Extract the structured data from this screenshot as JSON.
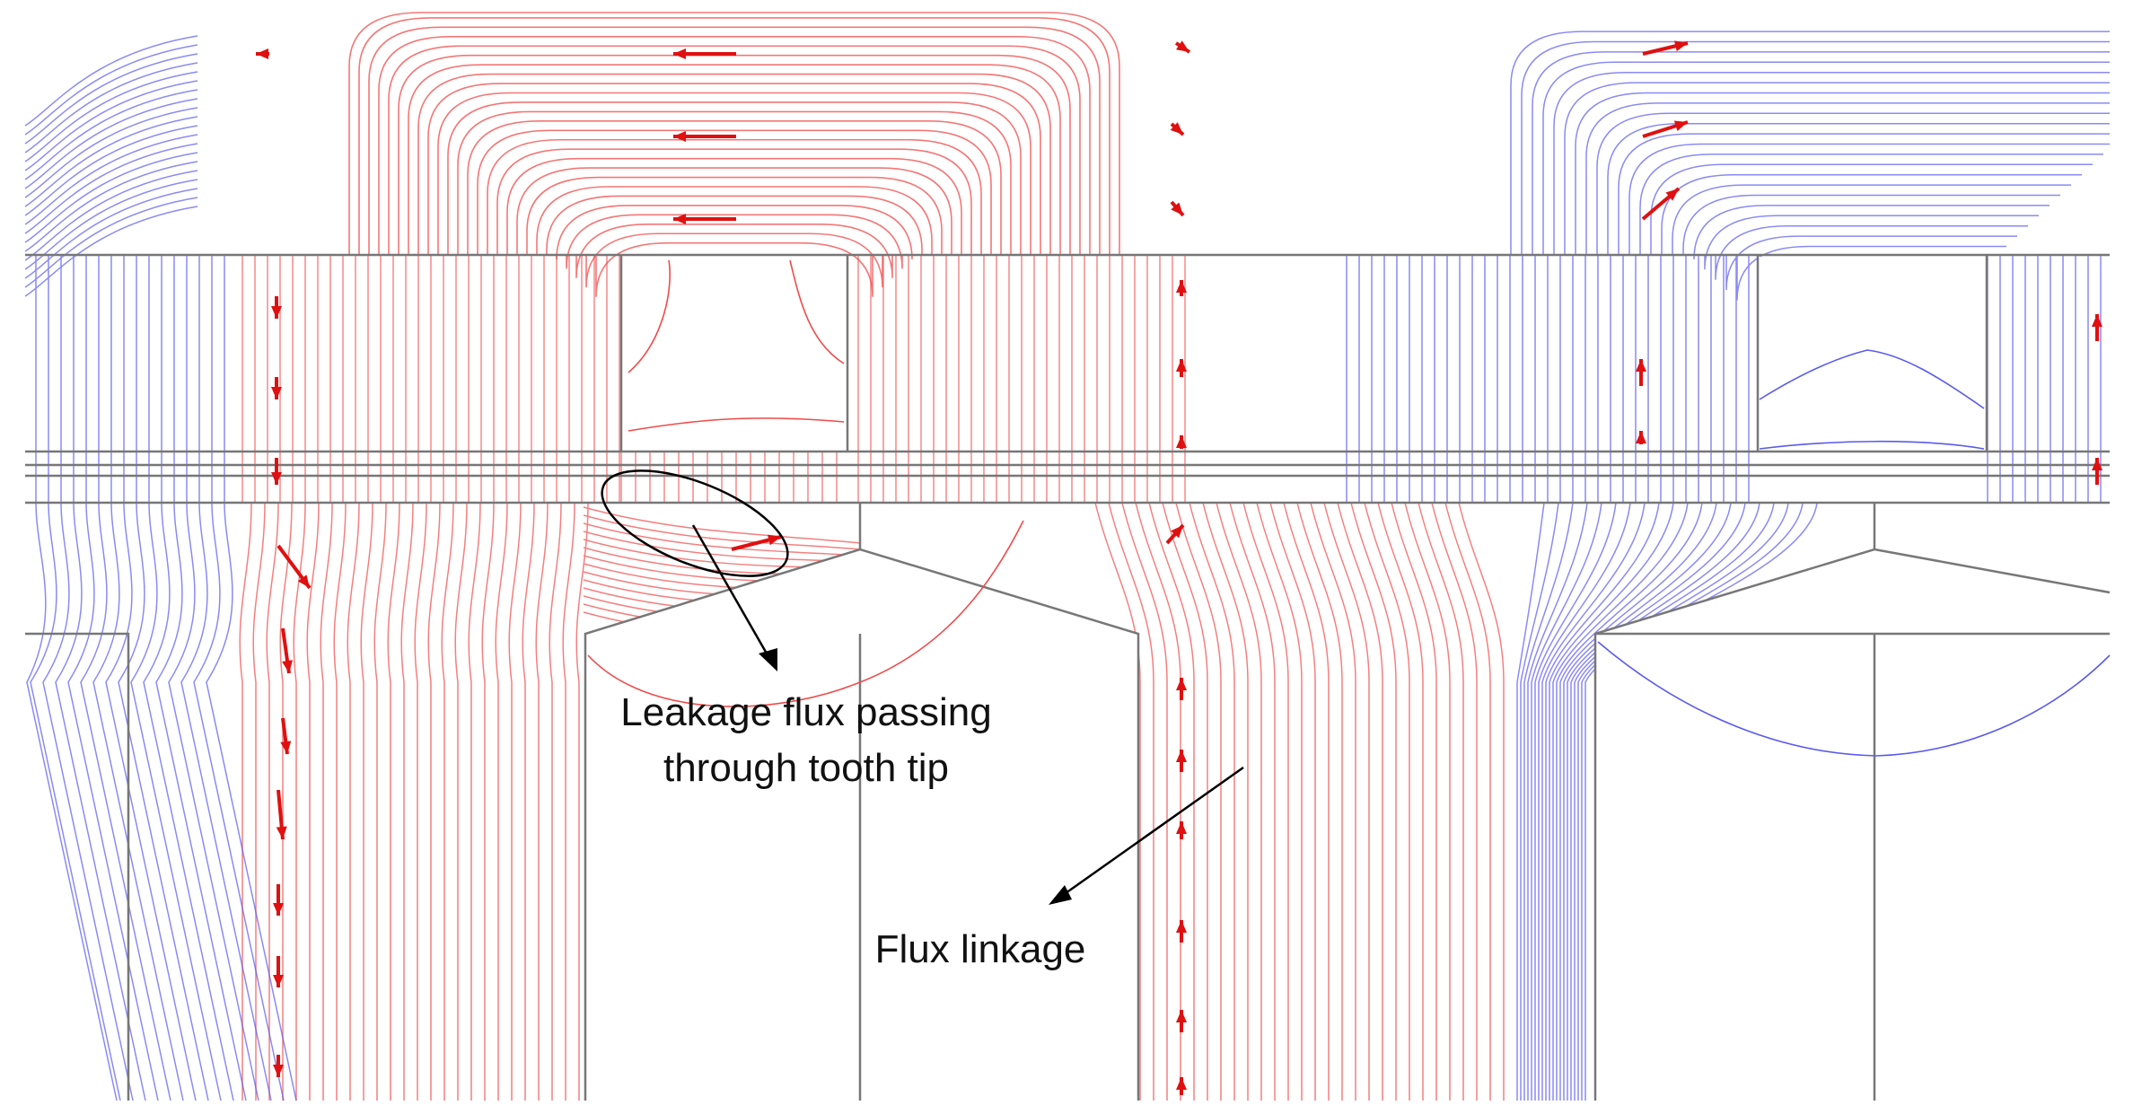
{
  "annotations": {
    "leakage_line1": "Leakage flux passing",
    "leakage_line2": "through tooth tip",
    "flux_linkage": "Flux linkage"
  },
  "colors": {
    "flux_red": "#f04a4a",
    "flux_blue": "#5a5af0",
    "arrow_red": "#e01010",
    "outline": "#777777",
    "annotation": "#000000"
  }
}
